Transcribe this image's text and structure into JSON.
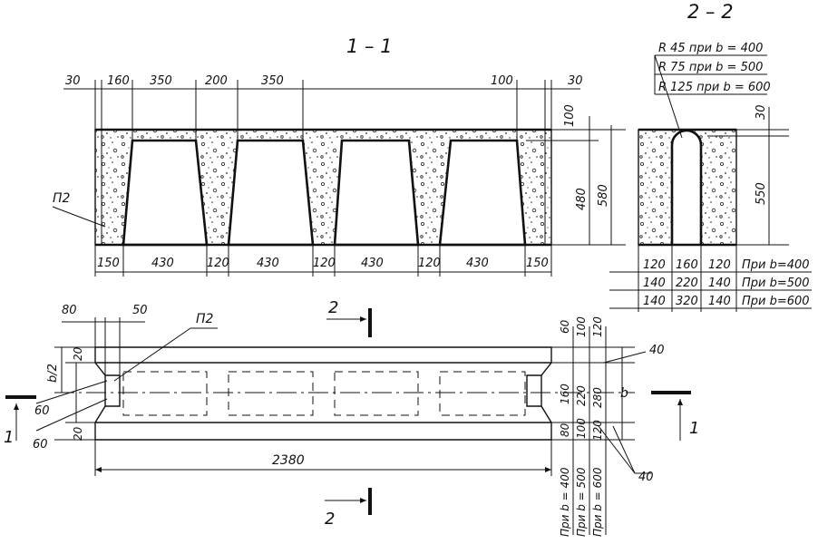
{
  "section_1_1": {
    "title": "1 – 1",
    "top_dims": [
      "30",
      "160",
      "350",
      "200",
      "350",
      "100",
      "30"
    ],
    "right_dims": [
      "100",
      "480",
      "580"
    ],
    "bottom_dims": [
      "150",
      "430",
      "120",
      "430",
      "120",
      "430",
      "120",
      "430",
      "150"
    ],
    "part_label": "П2"
  },
  "section_2_2": {
    "title": "2 – 2",
    "radius_notes": [
      "R 45 при b = 400",
      "R 75 при b = 500",
      "R 125 при b = 600"
    ],
    "right_dims": [
      "30",
      "550"
    ],
    "width_rows": [
      {
        "a": "120",
        "b": "160",
        "c": "120",
        "note": "При b=400"
      },
      {
        "a": "140",
        "b": "220",
        "c": "140",
        "note": "При b=500"
      },
      {
        "a": "140",
        "b": "320",
        "c": "140",
        "note": "При b=600"
      }
    ]
  },
  "plan": {
    "top_dims": [
      "80",
      "50"
    ],
    "part_label": "П2",
    "left_dims": [
      "b/2",
      "20",
      "60",
      "60",
      "20"
    ],
    "length": "2380",
    "section_marks": [
      "2",
      "2",
      "1",
      "1"
    ],
    "right_vertical_dims": [
      "60",
      "100",
      "120"
    ],
    "right_inner_dims": [
      "160",
      "220",
      "280"
    ],
    "right_lower_dims": [
      "80",
      "100",
      "120"
    ],
    "b_label": "b",
    "leader_labels": [
      "40",
      "40"
    ],
    "bottom_notes": [
      "При b = 400",
      "При b = 500",
      "При b = 600"
    ]
  }
}
